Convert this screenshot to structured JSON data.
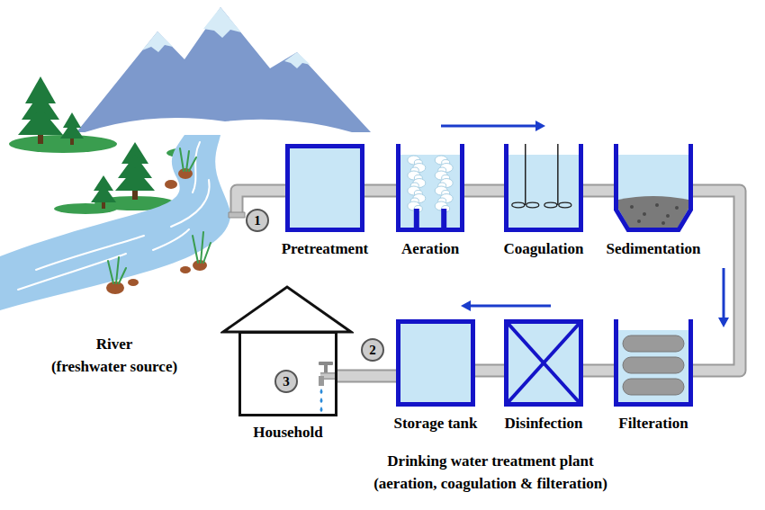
{
  "diagram": {
    "caption": "Drinking water treatment plant (aeration, coagulation & filteration)",
    "nodes": [
      {
        "text": [
          "Pretreatment"
        ]
      },
      {
        "text": [
          "Aeration"
        ]
      },
      {
        "text": [
          "Coagulation"
        ]
      },
      {
        "text": [
          "Sedimentation"
        ]
      },
      {
        "text": [
          "Filteration"
        ]
      },
      {
        "text": [
          "Disinfection"
        ]
      },
      {
        "text": [
          "Storage tank"
        ]
      },
      {
        "text": [
          "Household"
        ]
      }
    ],
    "edges": [
      {
        "from": 0,
        "to": 1,
        "arrow": "none"
      },
      {
        "from": 1,
        "to": 2,
        "arrow": "none"
      },
      {
        "from": 2,
        "to": 3,
        "arrow": "none"
      },
      {
        "from": 3,
        "to": 4,
        "arrow": "none"
      },
      {
        "from": 4,
        "to": 5,
        "arrow": "none"
      },
      {
        "from": 5,
        "to": 6,
        "arrow": "none"
      },
      {
        "from": 6,
        "to": 7,
        "arrow": "none"
      }
    ],
    "labels": [
      "1",
      "2",
      "3",
      "River",
      "(freshwater source)"
    ]
  }
}
